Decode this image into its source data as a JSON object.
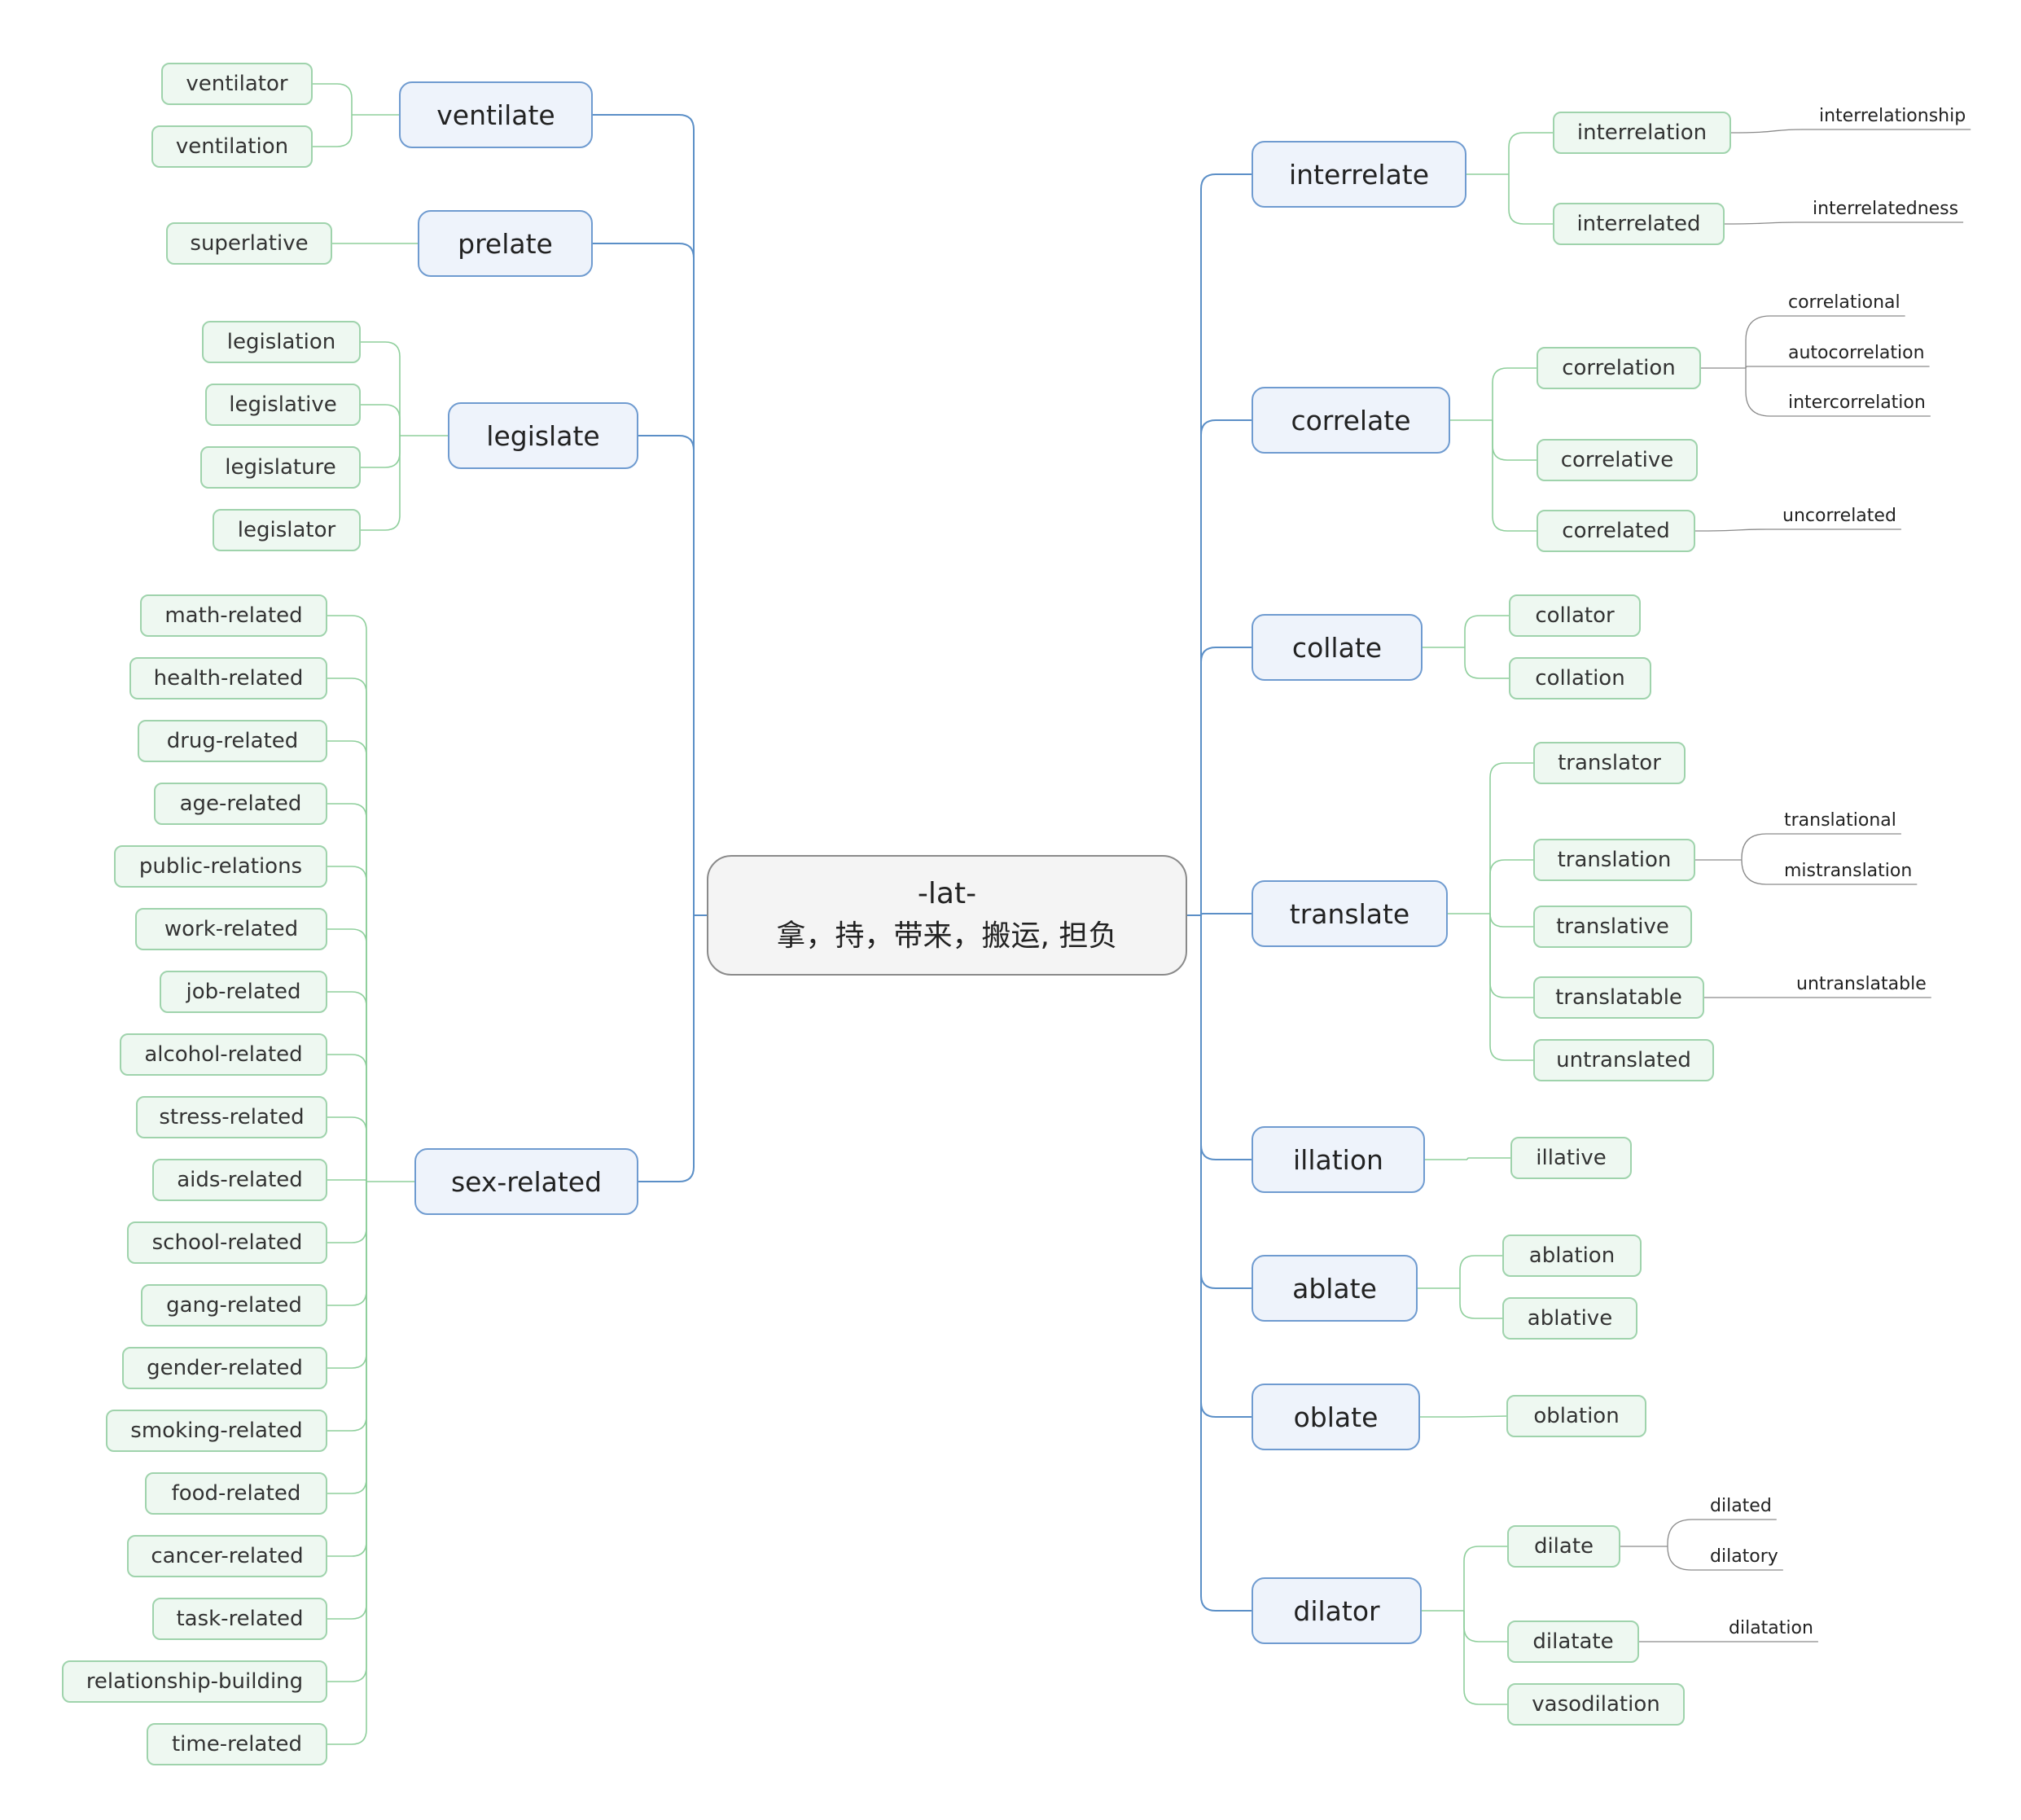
{
  "colors": {
    "main_line": "#5b8fc7",
    "sub_line": "#8fcf9c",
    "leaf_line": "#8a8a8a"
  },
  "root": {
    "title": "-lat-",
    "meaning": "拿，持，带来，搬运, 担负"
  },
  "left": [
    {
      "label": "ventilate",
      "children": [
        {
          "label": "ventilator"
        },
        {
          "label": "ventilation"
        }
      ]
    },
    {
      "label": "prelate",
      "children": [
        {
          "label": "superlative"
        }
      ]
    },
    {
      "label": "legislate",
      "children": [
        {
          "label": "legislation"
        },
        {
          "label": "legislative"
        },
        {
          "label": "legislature"
        },
        {
          "label": "legislator"
        }
      ]
    },
    {
      "label": "sex-related",
      "children": [
        {
          "label": "math-related"
        },
        {
          "label": "health-related"
        },
        {
          "label": "drug-related"
        },
        {
          "label": "age-related"
        },
        {
          "label": "public-relations"
        },
        {
          "label": "work-related"
        },
        {
          "label": "job-related"
        },
        {
          "label": "alcohol-related"
        },
        {
          "label": "stress-related"
        },
        {
          "label": "aids-related"
        },
        {
          "label": "school-related"
        },
        {
          "label": "gang-related"
        },
        {
          "label": "gender-related"
        },
        {
          "label": "smoking-related"
        },
        {
          "label": "food-related"
        },
        {
          "label": "cancer-related"
        },
        {
          "label": "task-related"
        },
        {
          "label": "relationship-building"
        },
        {
          "label": "time-related"
        }
      ]
    }
  ],
  "right": [
    {
      "label": "interrelate",
      "children": [
        {
          "label": "interrelation",
          "children": [
            {
              "label": "interrelationship"
            }
          ]
        },
        {
          "label": "interrelated",
          "children": [
            {
              "label": "interrelatedness"
            }
          ]
        }
      ]
    },
    {
      "label": "correlate",
      "children": [
        {
          "label": "correlation",
          "children": [
            {
              "label": "correlational"
            },
            {
              "label": "autocorrelation"
            },
            {
              "label": "intercorrelation"
            }
          ]
        },
        {
          "label": "correlative"
        },
        {
          "label": "correlated",
          "children": [
            {
              "label": "uncorrelated"
            }
          ]
        }
      ]
    },
    {
      "label": "collate",
      "children": [
        {
          "label": "collator"
        },
        {
          "label": "collation"
        }
      ]
    },
    {
      "label": "translate",
      "children": [
        {
          "label": "translator"
        },
        {
          "label": "translation",
          "children": [
            {
              "label": "translational"
            },
            {
              "label": "mistranslation"
            }
          ]
        },
        {
          "label": "translative"
        },
        {
          "label": "translatable",
          "children": [
            {
              "label": "untranslatable"
            }
          ]
        },
        {
          "label": "untranslated"
        }
      ]
    },
    {
      "label": "illation",
      "children": [
        {
          "label": "illative"
        }
      ]
    },
    {
      "label": "ablate",
      "children": [
        {
          "label": "ablation"
        },
        {
          "label": "ablative"
        }
      ]
    },
    {
      "label": "oblate",
      "children": [
        {
          "label": "oblation"
        }
      ]
    },
    {
      "label": "dilator",
      "children": [
        {
          "label": "dilate",
          "children": [
            {
              "label": "dilated"
            },
            {
              "label": "dilatory"
            }
          ]
        },
        {
          "label": "dilatate",
          "children": [
            {
              "label": "dilatation"
            }
          ]
        },
        {
          "label": "vasodilation"
        }
      ]
    }
  ]
}
